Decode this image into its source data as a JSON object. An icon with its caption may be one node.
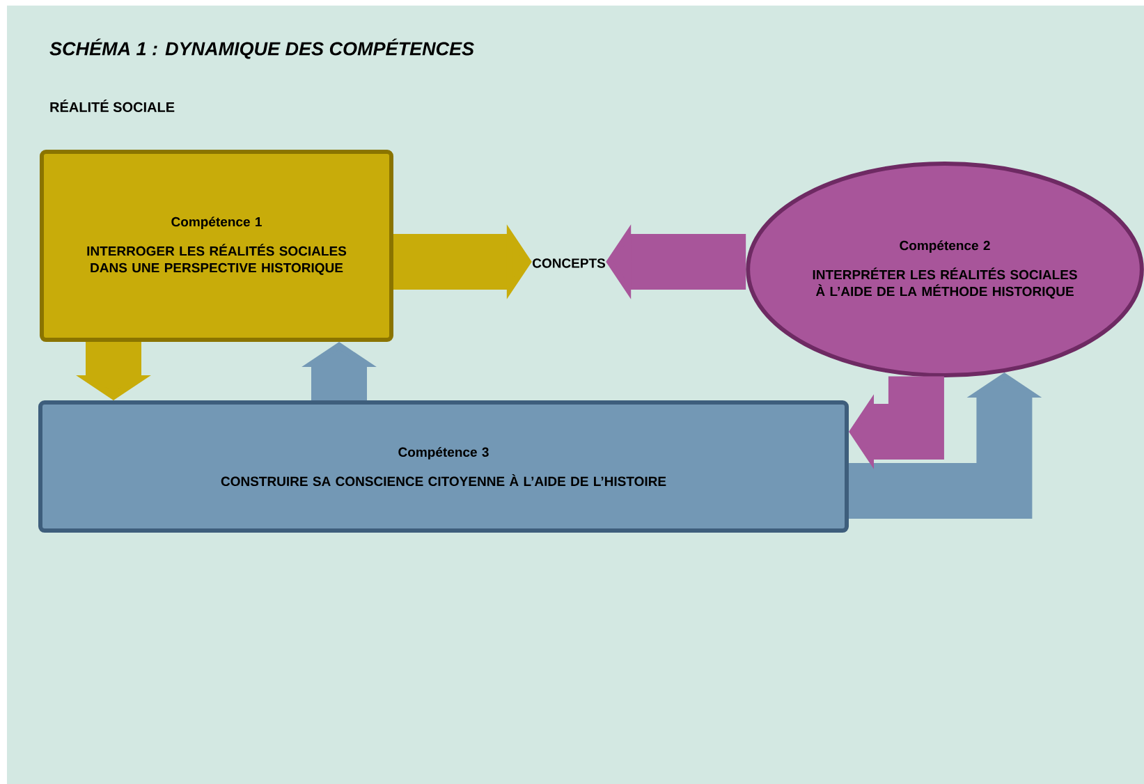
{
  "diagram": {
    "title": "SCHÉMA 1 : DYNAMIQUE DES COMPÉTENCES",
    "nodes": [
      {
        "text": [
          "Compétence 1",
          "INTERROGER LES RÉALITÉS SOCIALES DANS UNE PERSPECTIVE HISTORIQUE"
        ]
      },
      {
        "text": [
          "CONCEPTS"
        ]
      },
      {
        "text": [
          "Compétence 2",
          "INTERPRÉTER LES RÉALITÉS SOCIALES À L’AIDE DE LA MÉTHODE HISTORIQUE"
        ]
      },
      {
        "text": [
          "Compétence 3",
          "CONSTRUIRE SA CONSCIENCE CITOYENNE À L’AIDE DE L’HISTOIRE"
        ]
      }
    ],
    "edges": [
      {
        "from": 0,
        "to": 1,
        "arrow": "to",
        "color": "#c8ac0a"
      },
      {
        "from": 2,
        "to": 1,
        "arrow": "to",
        "color": "#a8559a"
      },
      {
        "from": 0,
        "to": 3,
        "arrow": "to",
        "color": "#c8ac0a"
      },
      {
        "from": 3,
        "to": 0,
        "arrow": "to",
        "color": "#7398b5"
      },
      {
        "from": 3,
        "to": 2,
        "arrow": "to",
        "color": "#7398b5"
      },
      {
        "from": 2,
        "to": 3,
        "arrow": "to",
        "color": "#a8559a"
      }
    ],
    "labels": [
      "RÉALITÉ SOCIALE"
    ]
  }
}
